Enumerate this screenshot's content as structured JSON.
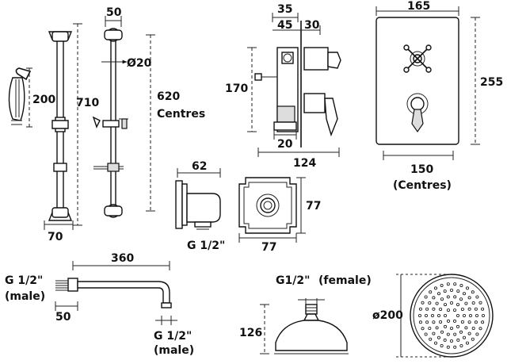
{
  "labels": {
    "shower_handset_length": "200",
    "riser_rail_height": "710",
    "riser_rail_base": "70",
    "bracket_width": "50",
    "bracket_diameter": "Ø20",
    "rail_centres_value": "620",
    "rail_centres_word": "Centres",
    "valve_depth_a": "35",
    "valve_depth_b": "45",
    "valve_depth_c": "30",
    "valve_height": "170",
    "valve_outlet": "20",
    "valve_total_depth": "124",
    "plate_width": "165",
    "plate_height": "255",
    "plate_centres_value": "150",
    "plate_centres_word": "(Centres)",
    "elbow_depth": "62",
    "elbow_thread": "G 1/2\"",
    "elbow_plate_height": "77",
    "elbow_plate_width": "77",
    "arm_length": "360",
    "arm_thread_in": "G 1/2\"",
    "arm_thread_in_type": "(male)",
    "arm_offset": "50",
    "arm_thread_out": "G 1/2\"",
    "arm_thread_out_type": "(male)",
    "head_thread": "G1/2\"",
    "head_thread_type": "(female)",
    "head_height": "126",
    "head_diameter": "ø200"
  }
}
